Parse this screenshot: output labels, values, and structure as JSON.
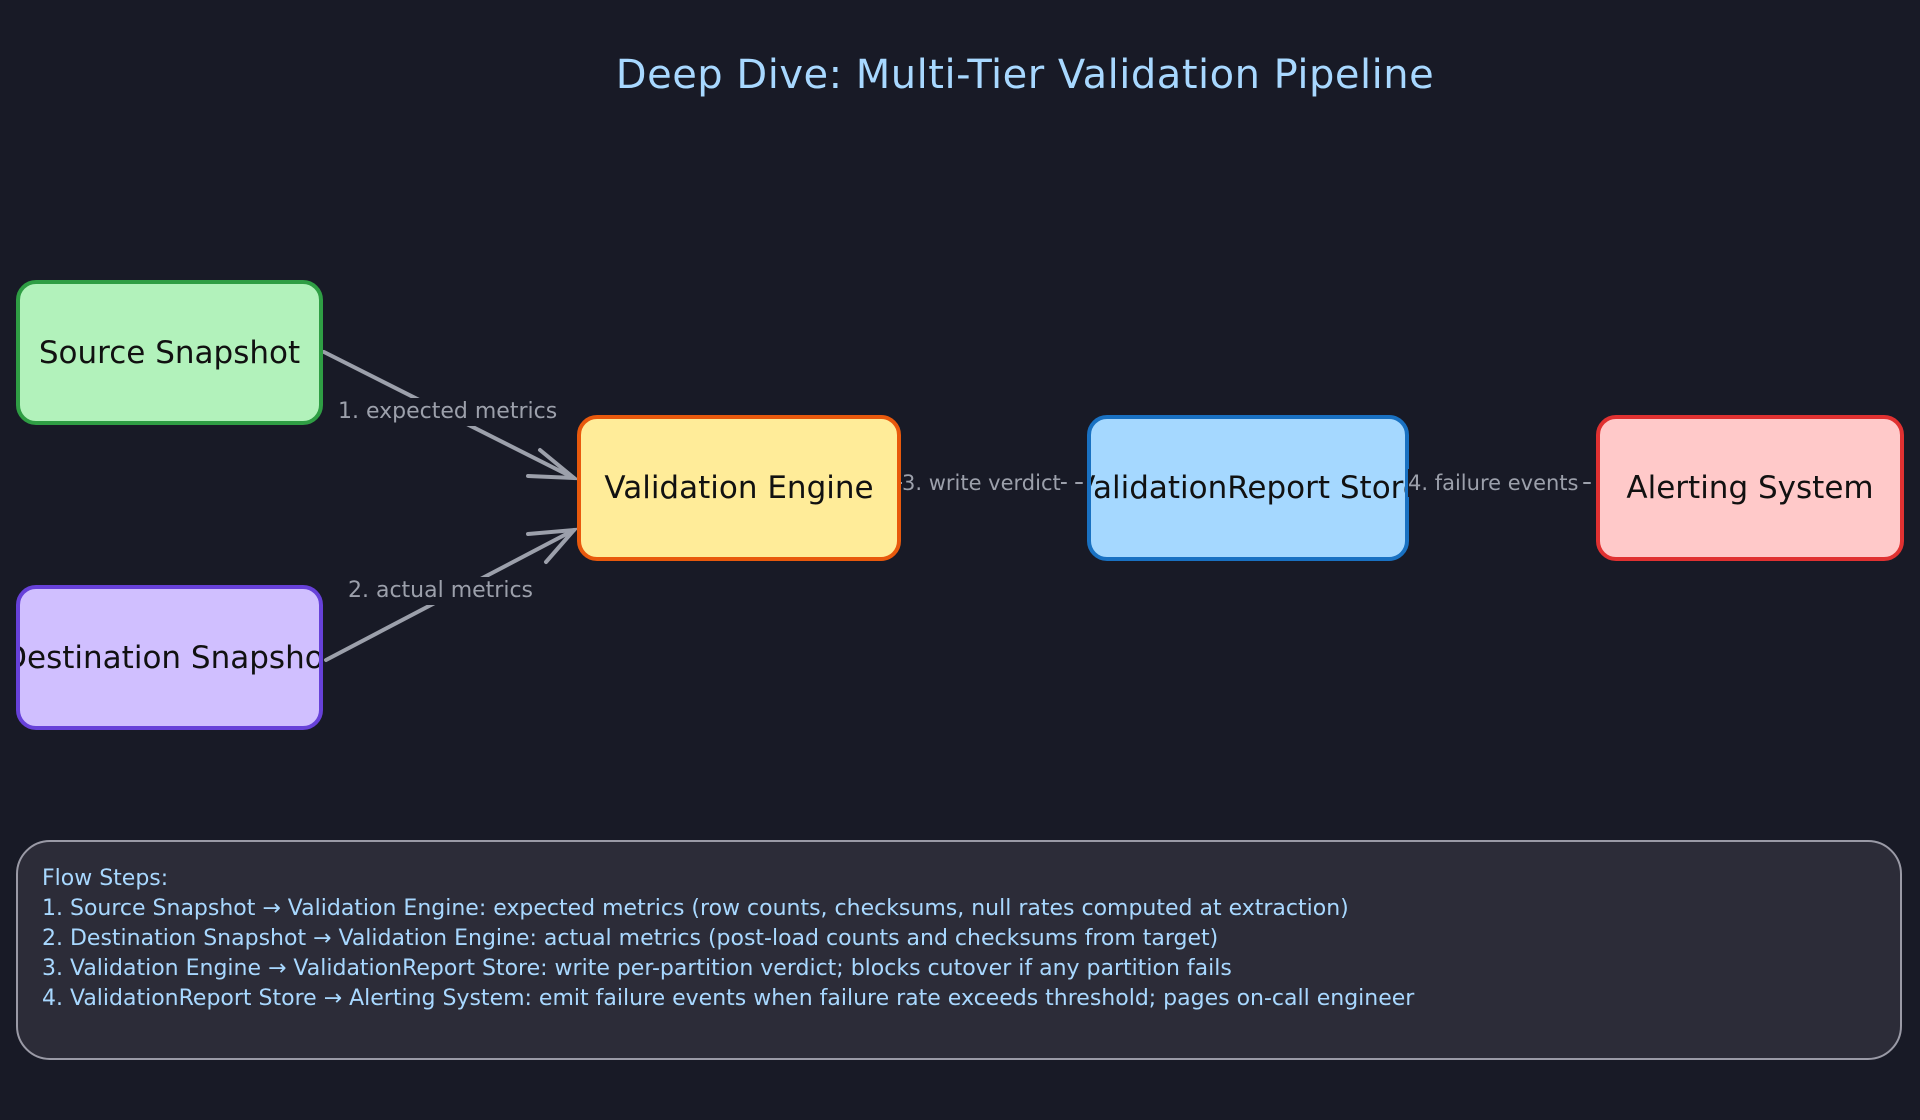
{
  "title": "Deep Dive: Multi-Tier Validation Pipeline",
  "colors": {
    "background": "#181a26",
    "title": "#a8d8ff",
    "edge": "#9ca0ab",
    "notes_text": "#a8d8ff",
    "notes_background": "#2c2c38"
  },
  "nodes": {
    "source": {
      "label": "Source Snapshot",
      "fill": "#b2f2bb",
      "stroke": "#2f9e44"
    },
    "destination": {
      "label": "Destination Snapshot",
      "fill": "#d0bfff",
      "stroke": "#6741d9"
    },
    "engine": {
      "label": "Validation Engine",
      "fill": "#ffec99",
      "stroke": "#e8590c"
    },
    "store": {
      "label": "ValidationReport Store",
      "fill": "#a5d8ff",
      "stroke": "#1971c2"
    },
    "alerting": {
      "label": "Alerting System",
      "fill": "#ffc9c9",
      "stroke": "#e03131"
    }
  },
  "edges": {
    "e1": "1. expected metrics",
    "e2": "2. actual metrics",
    "e3": "3. write verdict",
    "e4": "4. failure events"
  },
  "notes": {
    "heading": "Flow Steps:",
    "lines": [
      "1. Source Snapshot → Validation Engine: expected metrics (row counts, checksums, null rates computed at extraction)",
      "2. Destination Snapshot → Validation Engine: actual metrics (post-load counts and checksums from target)",
      "3. Validation Engine → ValidationReport Store: write per-partition verdict; blocks cutover if any partition fails",
      "4. ValidationReport Store → Alerting System: emit failure events when failure rate exceeds threshold; pages on-call engineer"
    ]
  }
}
